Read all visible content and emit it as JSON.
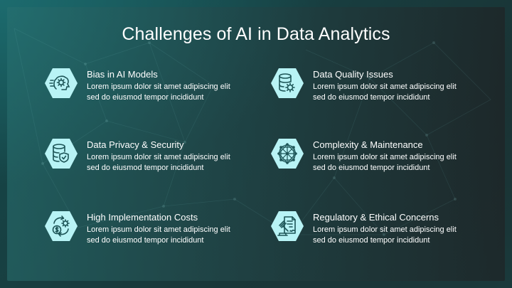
{
  "slide": {
    "title": "Challenges of AI in Data Analytics",
    "accent_color": "#b8f3f5",
    "icon_stroke_color": "#1d5557",
    "items": [
      {
        "title": "Bias in AI Models",
        "description": "Lorem ipsum dolor sit amet adipiscing elit sed do eiusmod tempor incididunt",
        "icon": "brain-gear-icon"
      },
      {
        "title": "Data Quality Issues",
        "description": "Lorem ipsum dolor sit amet adipiscing elit sed do eiusmod tempor incididunt",
        "icon": "database-gear-icon"
      },
      {
        "title": "Data Privacy & Security",
        "description": "Lorem ipsum dolor sit amet adipiscing elit sed do eiusmod tempor incididunt",
        "icon": "database-shield-icon"
      },
      {
        "title": "Complexity & Maintenance",
        "description": "Lorem ipsum dolor sit amet adipiscing elit sed do eiusmod tempor incididunt",
        "icon": "network-icon"
      },
      {
        "title": "High Implementation Costs",
        "description": "Lorem ipsum dolor sit amet adipiscing elit sed do eiusmod tempor incididunt",
        "icon": "coin-gear-cycle-icon"
      },
      {
        "title": "Regulatory & Ethical Concerns",
        "description": "Lorem ipsum dolor sit amet adipiscing elit sed do eiusmod tempor incididunt",
        "icon": "gavel-document-icon"
      }
    ]
  }
}
